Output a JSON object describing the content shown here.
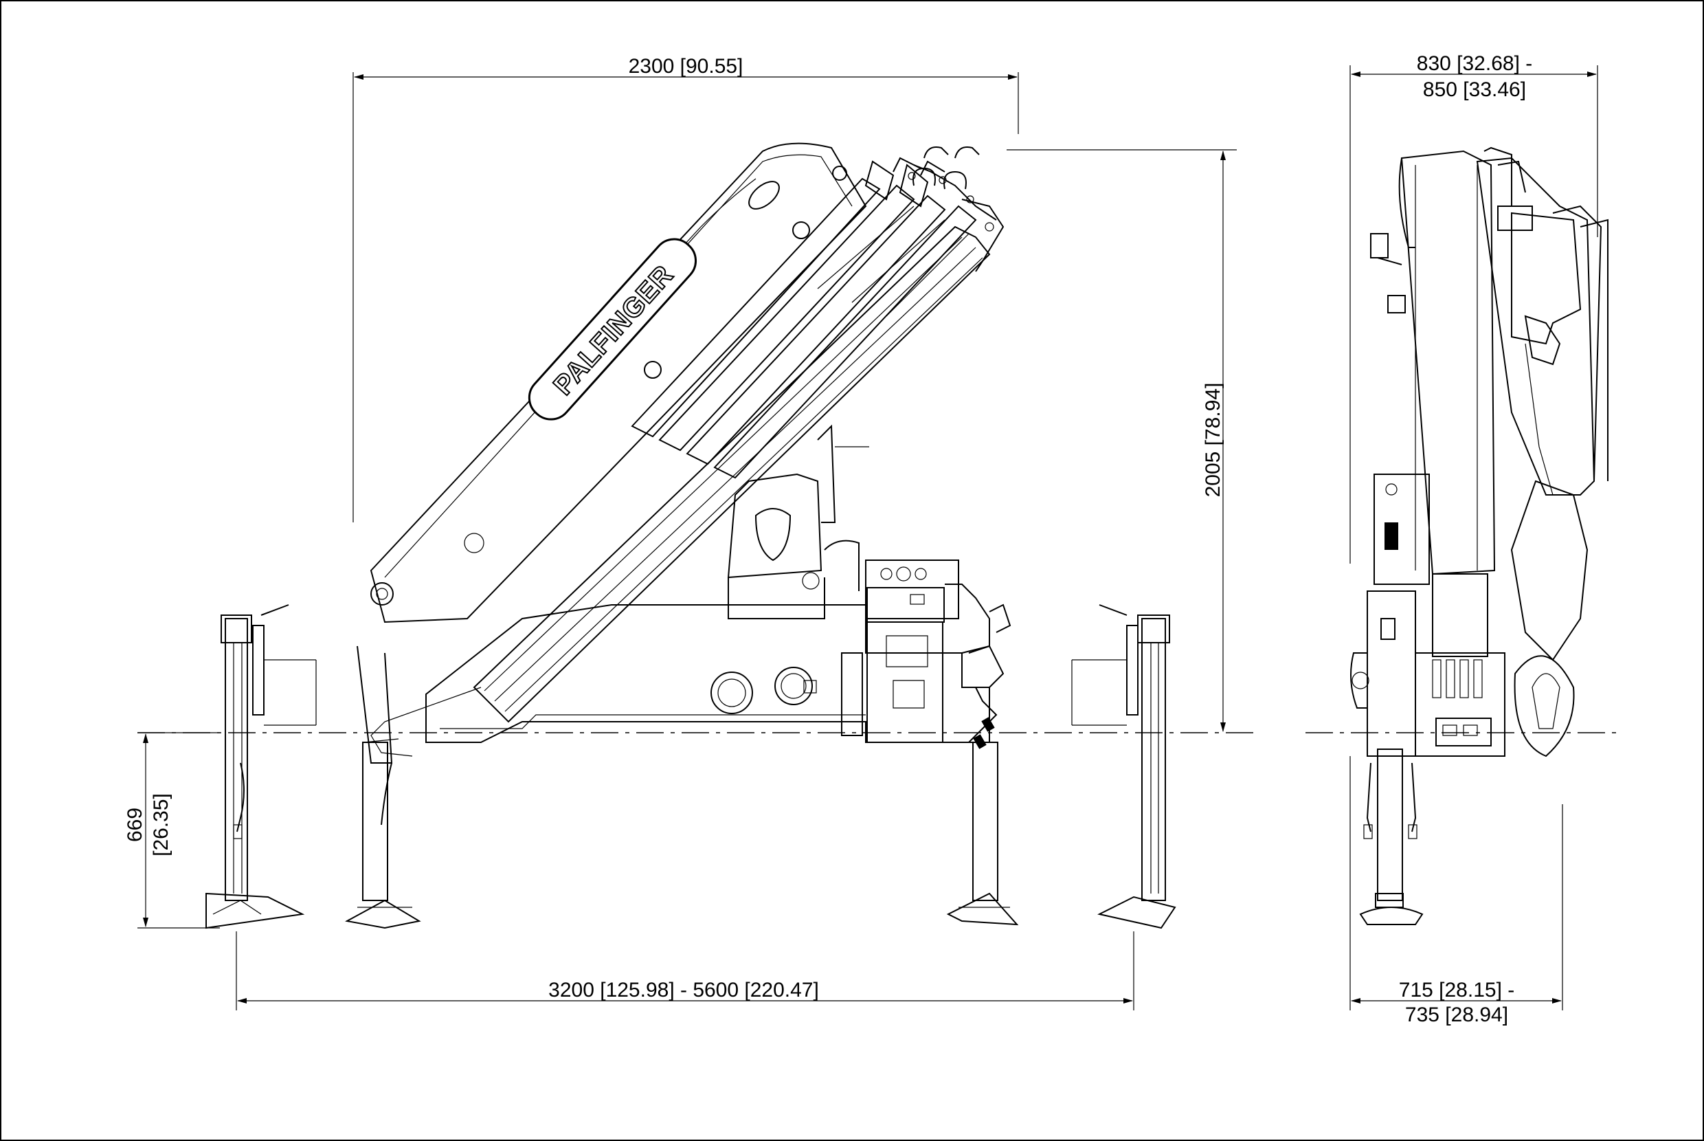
{
  "logo": {
    "text": "PALFINGER"
  },
  "dimensions": {
    "boom_width": "2300 [90.55]",
    "height": "2005 [78.94]",
    "stabilizer_height_mm": "669",
    "stabilizer_height_in": "[26.35]",
    "outrigger_span": "3200 [125.98] - 5600 [220.47]",
    "side_width_top_line1": "830 [32.68] -",
    "side_width_top_line2": "850 [33.46]",
    "side_width_bottom_line1": "715 [28.15] -",
    "side_width_bottom_line2": "735 [28.94]"
  }
}
